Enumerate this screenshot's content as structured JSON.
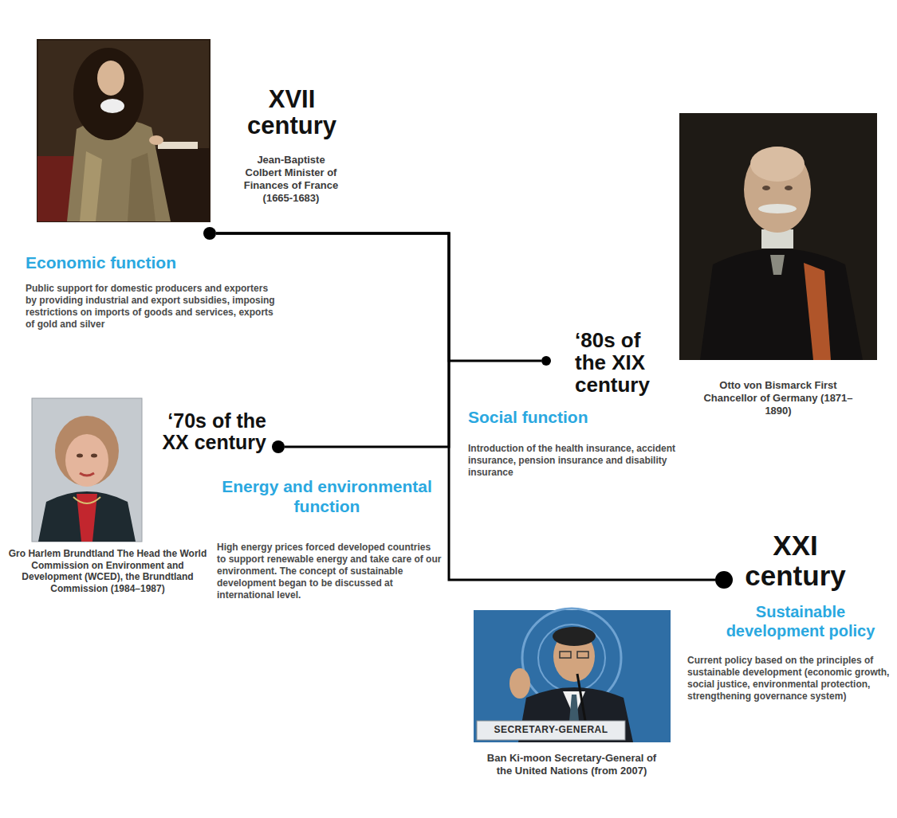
{
  "diagram": {
    "nodes": [
      {
        "text": [
          "XVII century",
          "Economic function",
          "Public support for domestic producers and exporters by providing industrial and export subsidies, imposing restrictions on imports of goods and services, exports of gold and silver"
        ]
      },
      {
        "text": [
          "‘80s of the XIX century",
          "Social function",
          "Introduction of the health insurance, accident insurance, pension insurance and disability insurance"
        ]
      },
      {
        "text": [
          "‘70s of the XX century",
          "Energy and environmental function",
          "High energy prices forced developed countries to support renewable energy and take care of our environment. The concept of sustainable development began to be discussed at international level."
        ]
      },
      {
        "text": [
          "XXI century",
          "Sustainable development policy",
          "Current policy based on the principles of sustainable development (economic growth, social justice, environmental protection, strengthening governance system)"
        ]
      }
    ],
    "edges": [
      {
        "from": 0,
        "to": 1,
        "arrow": "none"
      },
      {
        "from": 0,
        "to": 2,
        "arrow": "none"
      },
      {
        "from": 0,
        "to": 3,
        "arrow": "none"
      }
    ],
    "labels": [
      "Jean-Baptiste Colbert Minister of Finances of France (1665-1683)",
      "Otto von Bismarck First Chancellor of Germany (1871–1890)",
      "Gro Harlem Brundtland The Head the World Commission on Environment and Development (WCED), the Brundtland Commission (1984–1987)",
      "SECRETARY-GENERAL",
      "Ban Ki-moon Secretary-General of the United Nations (from 2007)"
    ]
  }
}
